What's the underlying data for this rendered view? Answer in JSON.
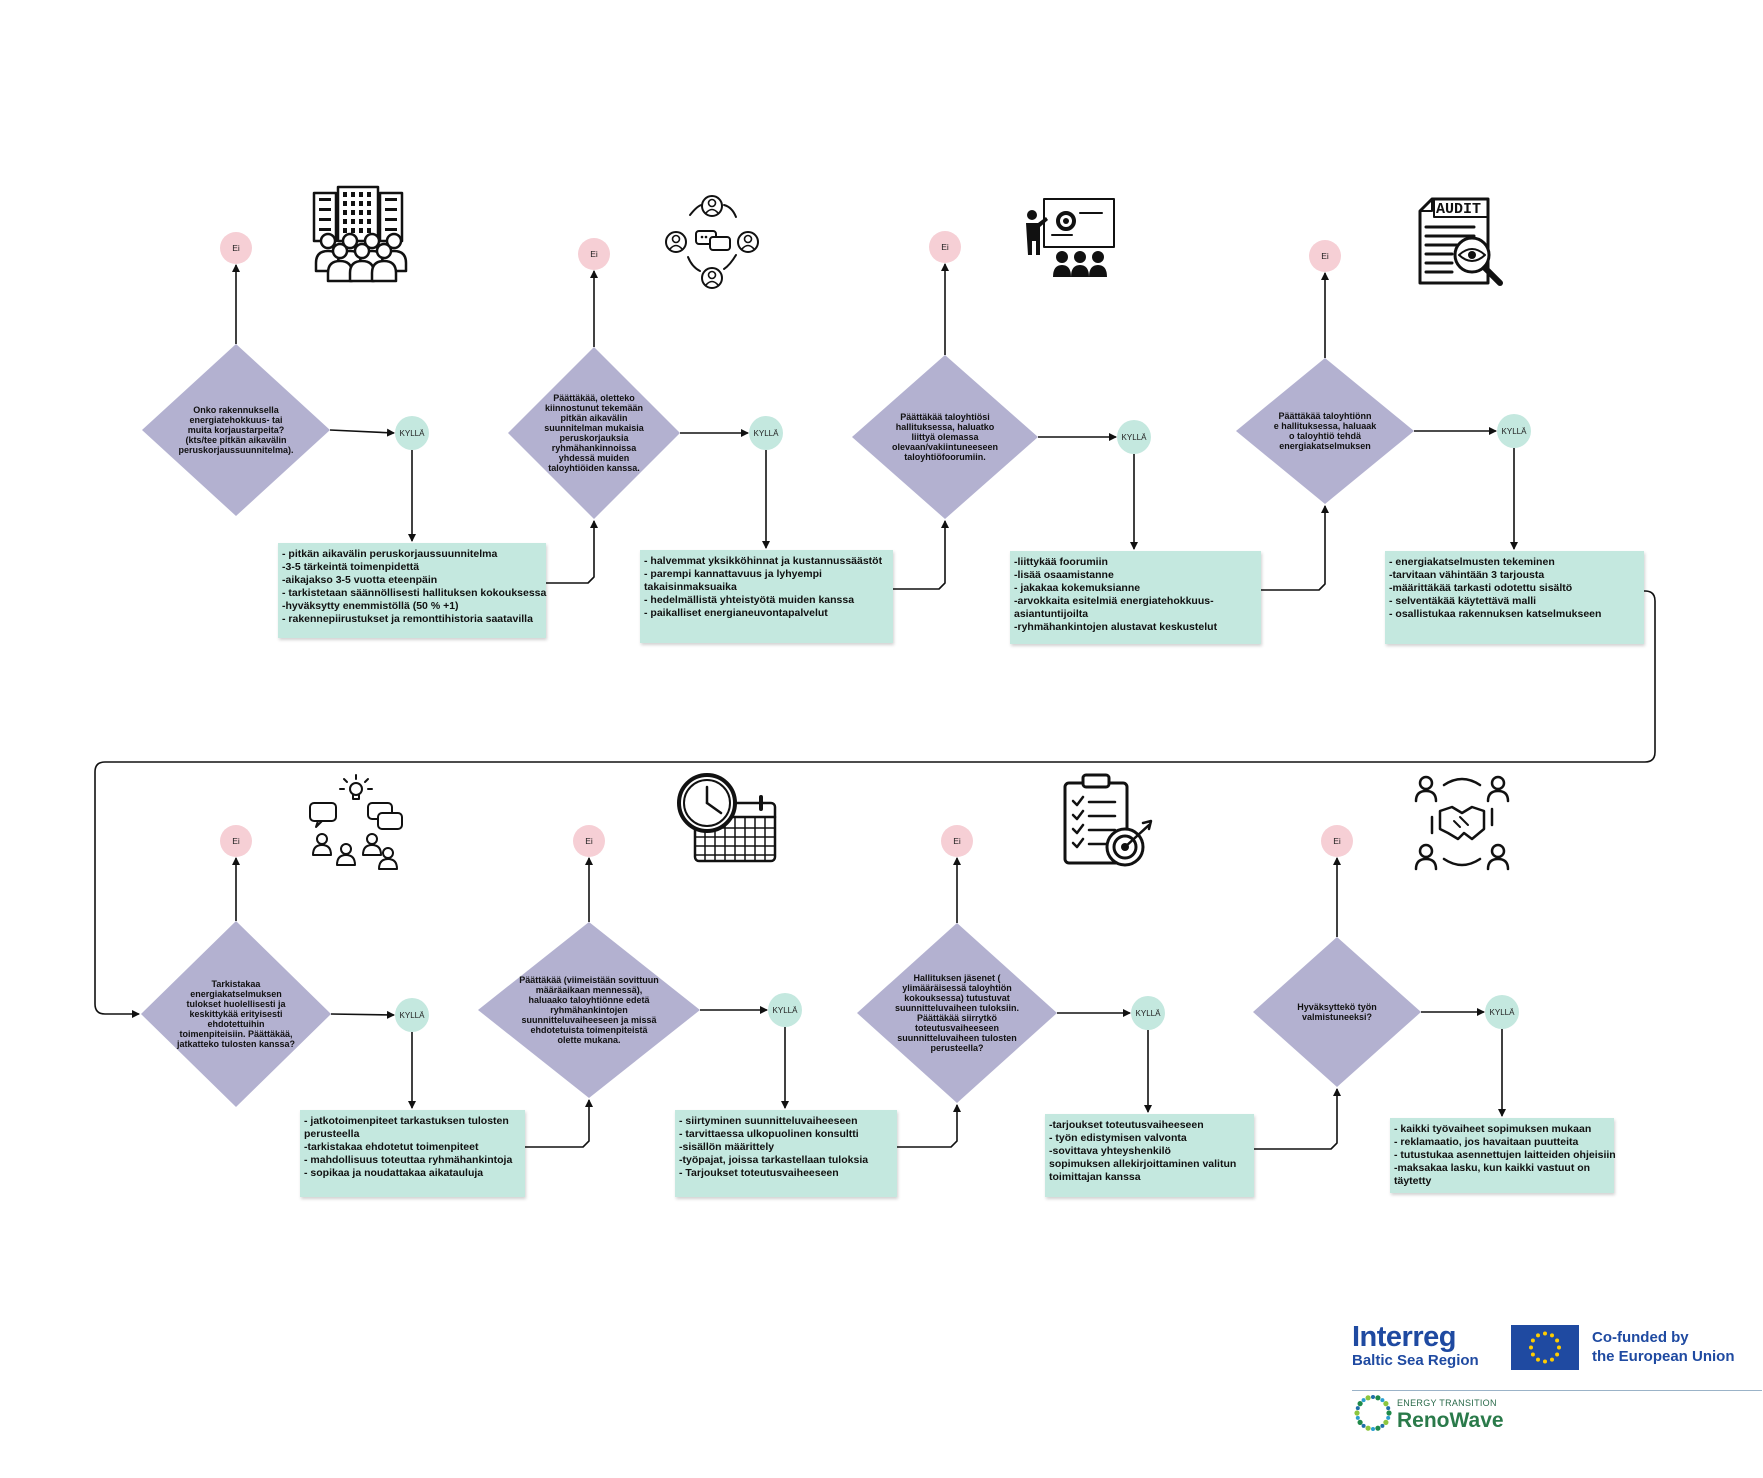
{
  "labels": {
    "no": "Ei",
    "yes": "KYLLÄ"
  },
  "steps": [
    {
      "question": "Onko  rakennuksella\nenergiatehokkuus- tai\nmuita korjaustarpeita?\n(kts/tee  pitkän aikavälin\nperuskorjaussuunnitelma).",
      "icon": "buildings-people-icon",
      "notes": [
        "- pitkän aikavälin peruskorjaussuunnitelma",
        "-3-5 tärkeintä toimenpidettä",
        "-aikajakso 3-5 vuotta eteenpäin",
        "- tarkistetaan säännöllisesti hallituksen kokouksessa",
        "-hyväksytty enemmistöllä (50 % +1)",
        "- rakennepiirustukset ja remonttihistoria saatavilla"
      ]
    },
    {
      "question": "Päättäkää, oletteko\nkiinnostunut tekemään\npitkän aikavälin\nsuunnitelman mukaisia\nperuskorjauksia\nryhmähankinnoissa\nyhdessä muiden\ntaloyhtiöiden  kanssa.",
      "icon": "people-cycle-chat-icon",
      "notes": [
        "- halvemmat yksikköhinnat ja kustannussäästöt",
        "- parempi kannattavuus ja lyhyempi",
        "takaisinmaksuaika",
        "- hedelmällistä yhteistyötä muiden kanssa",
        "- paikalliset energianeuvontapalvelut"
      ]
    },
    {
      "question": "Päättäkää taloyhtiösi\nhallituksessa, haluatko\nliittyä olemassa\nolevaan/vakiintuneeseen\ntaloyhtiöfoorumiin.",
      "icon": "presentation-audience-icon",
      "notes": [
        "-liittykää foorumiin",
        "-lisää osaamistanne",
        "- jakakaa kokemuksianne",
        "-arvokkaita esitelmiä energiatehokkuus-",
        "asiantuntijoilta",
        "-ryhmähankintojen alustavat keskustelut"
      ]
    },
    {
      "question": "Päättäkää taloyhtiönn\ne hallituksessa, haluaak\no taloyhtiö tehdä\nenergiakatselmuksen",
      "icon": "audit-document-icon",
      "icon_text": "AUDIT",
      "notes": [
        "- energiakatselmusten tekeminen",
        "-tarvitaan vähintään 3 tarjousta",
        "-määrittäkää tarkasti odotettu sisältö",
        "- selventäkää käytettävä malli",
        "- osallistukaa rakennuksen katselmukseen"
      ]
    },
    {
      "question": "Tarkistakaa\nenergiakatselmuksen\ntulokset huolellisesti ja\nkeskittykää erityisesti\nehdotettuihin\ntoimenpiteisiin.  Päättäkää,\njatkatteko tulosten kanssa?",
      "icon": "idea-discussion-icon",
      "notes": [
        "- jatkotoimenpiteet tarkastuksen tulosten",
        "perusteella",
        "-tarkistakaa ehdotetut toimenpiteet",
        "- mahdollisuus toteuttaa ryhmähankintoja",
        "- sopikaa ja noudattakaa aikatauluja"
      ]
    },
    {
      "question": "Päättäkää (viimeistään sovittuun\nmääräaikaan mennessä),\nhaluaako taloyhtiönne edetä\nryhmähankintojen\nsuunnitteluvaiheeseen ja missä\nehdotetuista toimenpiteistä\nolette mukana.",
      "icon": "clock-calendar-icon",
      "notes": [
        "- siirtyminen suunnitteluvaiheeseen",
        "- tarvittaessa ulkopuolinen konsultti",
        "-sisällön määrittely",
        "-työpajat, joissa tarkastellaan tuloksia",
        "- Tarjoukset toteutusvaiheeseen"
      ]
    },
    {
      "question": "Hallituksen jäsenet  (\nylimääräisessä taloyhtiön\nkokouksessa) tutustuvat\nsuunnitteluvaiheen tuloksiin.\nPäättäkää siirrytkö\ntoteutusvaiheeseen\nsuunnitteluvaiheen tulosten\nperusteella?",
      "icon": "checklist-target-icon",
      "notes": [
        "-tarjoukset toteutusvaiheeseen",
        "- työn edistymisen valvonta",
        "-sovittava yhteyshenkilö",
        "sopimuksen allekirjoittaminen valitun",
        "toimittajan kanssa"
      ]
    },
    {
      "question": "Hyväksyttekö  työn\nvalmistuneeksi?",
      "icon": "handshake-cycle-icon",
      "notes": [
        "- kaikki työvaiheet sopimuksen mukaan",
        "- reklamaatio, jos havaitaan puutteita",
        "- tutustukaa asennettujen laitteiden ohjeisiin",
        "-maksakaa lasku, kun kaikki vastuut on",
        "täytetty"
      ]
    }
  ],
  "footer": {
    "interreg": "Interreg",
    "baltic": "Baltic Sea Region",
    "cofunded_1": "Co-funded by",
    "cofunded_2": "the European Union",
    "energy_transition": "ENERGY TRANSITION",
    "renowave": "RenoWave"
  },
  "colors": {
    "diamond": "#b3b1d0",
    "no_circle": "#f6cfd5",
    "yes_circle": "#c4e8df",
    "note": "#c4e8df",
    "eu_blue": "#1f4aa1",
    "eu_star": "#ffcc00",
    "interreg_blue": "#1f4aa1",
    "renowave_green": "#2a7a4a"
  }
}
